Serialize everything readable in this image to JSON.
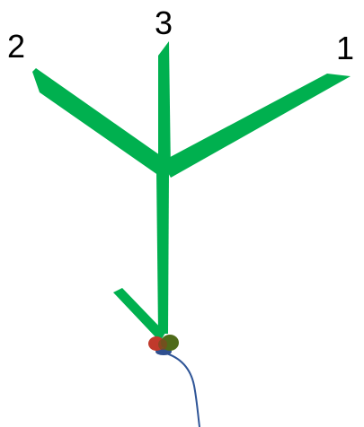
{
  "labels": {
    "branch_left": "2",
    "branch_center": "3",
    "branch_right": "1"
  },
  "colors": {
    "branch": "#00b04f",
    "stem_thread": "#2f5597",
    "node_red": "#c0392b",
    "node_olive": "#4f6b1a",
    "node_blue": "#2e4f8f",
    "label": "#000000"
  }
}
